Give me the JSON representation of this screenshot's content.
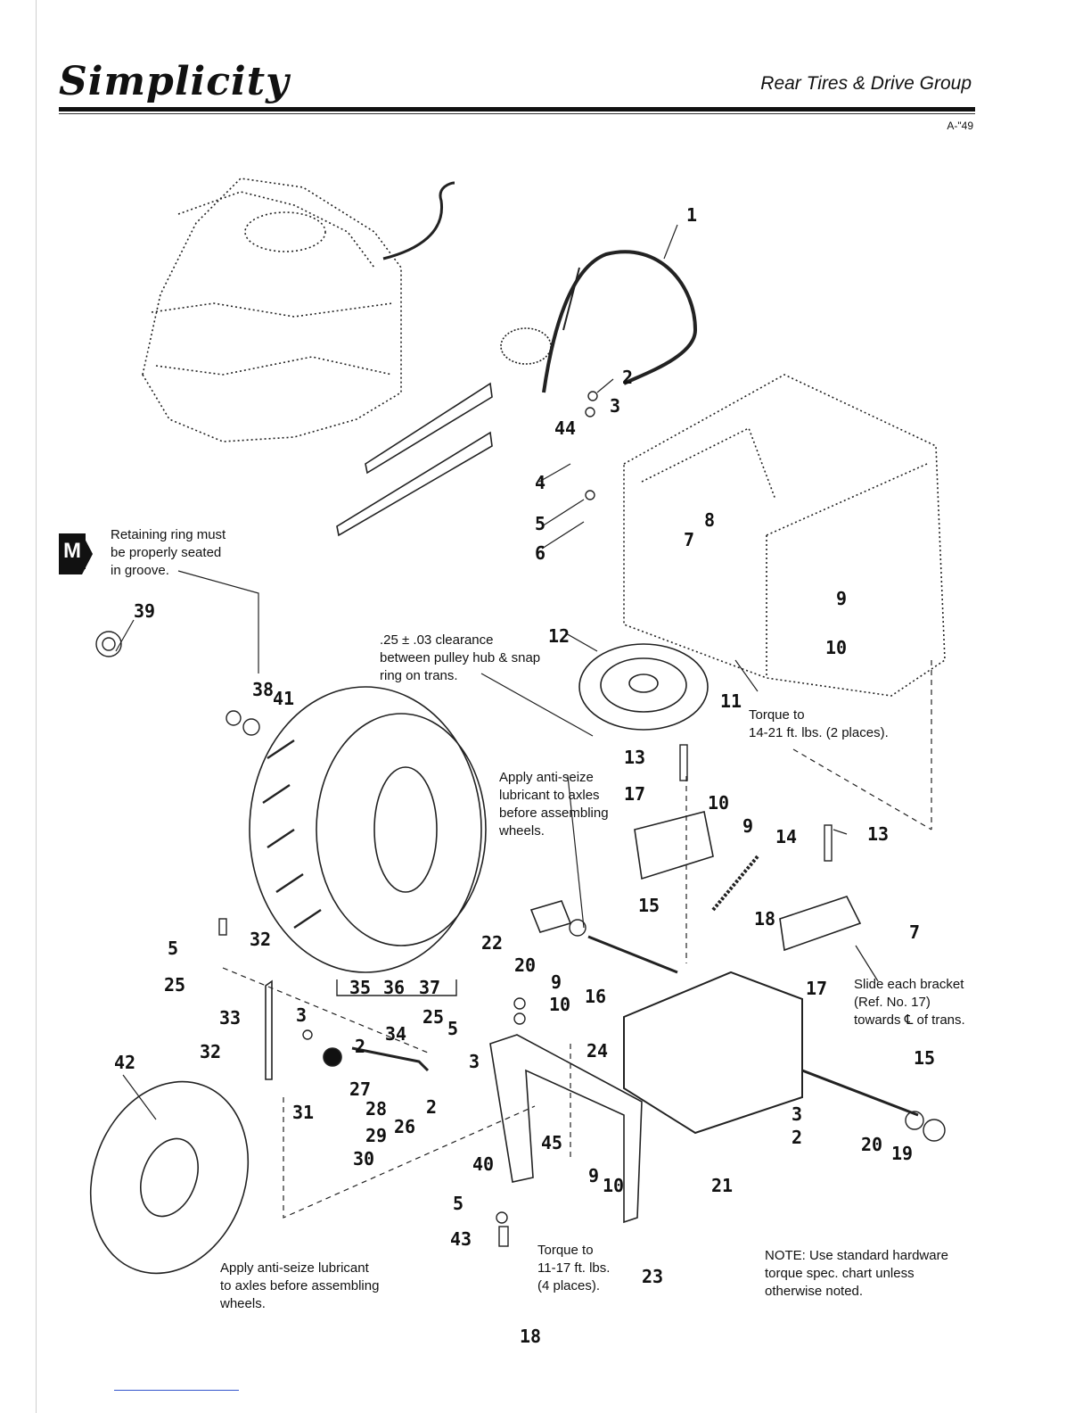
{
  "header": {
    "brand": "Simplicity",
    "section_title": "Rear Tires & Drive Group",
    "ref_code": "A-\"49"
  },
  "notes": {
    "retaining_ring": [
      "Retaining ring must",
      "be properly seated",
      "in groove."
    ],
    "clearance": [
      ".25 ± .03 clearance",
      "between pulley hub & snap",
      "ring on trans."
    ],
    "torque_14_21": [
      "Torque to",
      "14-21 ft. lbs. (2 places)."
    ],
    "anti_seize_upper": [
      "Apply anti-seize",
      "lubricant to axles",
      "before assembling",
      "wheels."
    ],
    "slide_bracket": [
      "Slide each bracket",
      "(Ref. No. 17)",
      "towards ℄ of trans."
    ],
    "anti_seize_lower": [
      "Apply anti-seize lubricant",
      "to axles before assembling",
      "wheels."
    ],
    "torque_11_17": [
      "Torque to",
      "11-17 ft. lbs.",
      "(4 places)."
    ],
    "hardware_note": [
      "NOTE: Use standard hardware",
      "torque spec. chart unless",
      "otherwise noted."
    ]
  },
  "badge_letter": "M",
  "callouts": [
    "1",
    "2",
    "3",
    "44",
    "4",
    "5",
    "6",
    "7",
    "8",
    "9",
    "10",
    "12",
    "11",
    "39",
    "38",
    "41",
    "13",
    "17",
    "10",
    "9",
    "14",
    "13",
    "15",
    "22",
    "20",
    "18",
    "7",
    "9",
    "10",
    "16",
    "17",
    "5",
    "32",
    "25",
    "33",
    "3",
    "2",
    "35",
    "36",
    "37",
    "34",
    "25",
    "5",
    "3",
    "24",
    "42",
    "32",
    "27",
    "28",
    "31",
    "29",
    "26",
    "2",
    "30",
    "45",
    "9",
    "40",
    "10",
    "5",
    "43",
    "23",
    "21",
    "3",
    "2",
    "15",
    "20",
    "19"
  ],
  "page_number": "18",
  "icons": {
    "badge": "m-arrow-badge-icon"
  }
}
